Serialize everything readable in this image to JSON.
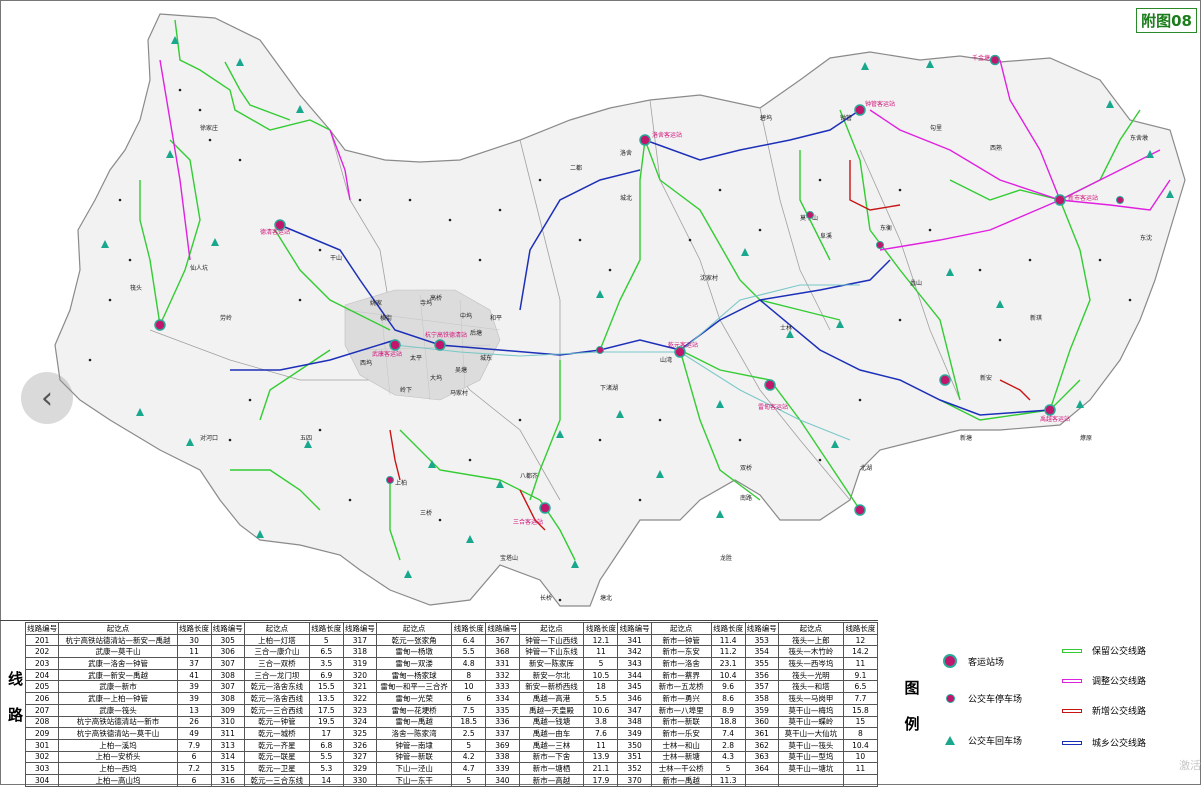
{
  "figure_tag": "附图08",
  "map": {
    "city_places": [
      "寺坞",
      "中坞",
      "横街",
      "后塘",
      "西坞",
      "大坞",
      "城东",
      "岭下",
      "马家村",
      "姚家",
      "和平",
      "太平",
      "吴塘"
    ],
    "labels": [
      {
        "text": "千金塘",
        "kind": "station"
      },
      {
        "text": "钟管客运站",
        "kind": "station"
      },
      {
        "text": "洛舍客运站",
        "kind": "station"
      },
      {
        "text": "德清客运站",
        "kind": "station"
      },
      {
        "text": "杭宁高铁德清站",
        "kind": "station"
      },
      {
        "text": "武康客运站",
        "kind": "station"
      },
      {
        "text": "乾元客运站",
        "kind": "station"
      },
      {
        "text": "新市客运站",
        "kind": "station"
      },
      {
        "text": "禹越客运站",
        "kind": "station"
      },
      {
        "text": "雷甸客运站",
        "kind": "station"
      },
      {
        "text": "三合客运站",
        "kind": "station"
      },
      {
        "text": "莫干山",
        "kind": "place"
      },
      {
        "text": "筏头",
        "kind": "place"
      },
      {
        "text": "上柏",
        "kind": "place"
      },
      {
        "text": "下渚湖",
        "kind": "place"
      },
      {
        "text": "山湾",
        "kind": "place"
      },
      {
        "text": "阜溪",
        "kind": "place"
      },
      {
        "text": "沈家村",
        "kind": "place"
      },
      {
        "text": "东衡",
        "kind": "place"
      },
      {
        "text": "二都",
        "kind": "place"
      },
      {
        "text": "东舍墩",
        "kind": "place"
      },
      {
        "text": "城北",
        "kind": "place"
      },
      {
        "text": "新安",
        "kind": "place"
      },
      {
        "text": "勾里",
        "kind": "place"
      },
      {
        "text": "八都岕",
        "kind": "place"
      },
      {
        "text": "三桥",
        "kind": "place"
      },
      {
        "text": "士林",
        "kind": "place"
      },
      {
        "text": "洛舍",
        "kind": "place"
      },
      {
        "text": "钟管",
        "kind": "place"
      },
      {
        "text": "干山",
        "kind": "place"
      },
      {
        "text": "高桥",
        "kind": "place"
      },
      {
        "text": "徐家庄",
        "kind": "place"
      },
      {
        "text": "五四",
        "kind": "place"
      },
      {
        "text": "对河口",
        "kind": "place"
      },
      {
        "text": "劳岭",
        "kind": "place"
      },
      {
        "text": "仙人坑",
        "kind": "place"
      },
      {
        "text": "燎原",
        "kind": "place"
      },
      {
        "text": "双桥",
        "kind": "place"
      },
      {
        "text": "北湖",
        "kind": "place"
      },
      {
        "text": "新塘",
        "kind": "place"
      },
      {
        "text": "东沈",
        "kind": "place"
      },
      {
        "text": "西熟",
        "kind": "place"
      },
      {
        "text": "碧坞",
        "kind": "place"
      },
      {
        "text": "南路",
        "kind": "place"
      },
      {
        "text": "新琪",
        "kind": "place"
      },
      {
        "text": "蠡山",
        "kind": "place"
      },
      {
        "text": "塘北",
        "kind": "place"
      },
      {
        "text": "长桥",
        "kind": "place"
      },
      {
        "text": "宝塔山",
        "kind": "place"
      },
      {
        "text": "龙胜",
        "kind": "place"
      }
    ]
  },
  "route_panel": {
    "title": "线路",
    "headers": [
      "线路编号",
      "起讫点",
      "线路长度",
      "线路编号",
      "起讫点",
      "线路长度",
      "线路编号",
      "起讫点",
      "线路长度",
      "线路编号",
      "起讫点",
      "线路长度",
      "线路编号",
      "起讫点",
      "线路长度",
      "线路编号",
      "起讫点",
      "线路长度"
    ],
    "rows": [
      [
        "201",
        "杭宁高铁站德清站—新安—禹越",
        "30",
        "305",
        "上柏—灯塔",
        "5",
        "317",
        "乾元—张家角",
        "6.4",
        "367",
        "钟管—下山西线",
        "12.1",
        "341",
        "新市—钟管",
        "11.4",
        "353",
        "筏头—上郎",
        "12"
      ],
      [
        "202",
        "武康—莫干山",
        "11",
        "306",
        "三合—康介山",
        "6.5",
        "318",
        "雷甸—杨墩",
        "5.5",
        "368",
        "钟管—下山东线",
        "11",
        "342",
        "新市—东安",
        "11.2",
        "354",
        "筏头—木竹岭",
        "14.2"
      ],
      [
        "203",
        "武康—洛舍—钟管",
        "37",
        "307",
        "三合—双桥",
        "3.5",
        "319",
        "雷甸—双溇",
        "4.8",
        "331",
        "新安—陈家厍",
        "5",
        "343",
        "新市—洛舍",
        "23.1",
        "355",
        "筏头—西岑坞",
        "11"
      ],
      [
        "204",
        "武康—新安—禹越",
        "41",
        "308",
        "三合—龙门坝",
        "6.9",
        "320",
        "雷甸—杨家球",
        "8",
        "332",
        "新安—尔北",
        "10.5",
        "344",
        "新市—蔡界",
        "10.4",
        "356",
        "筏头—光明",
        "9.1"
      ],
      [
        "205",
        "武康—新市",
        "39",
        "307",
        "乾元—洛舍东线",
        "15.5",
        "321",
        "雷甸—和平—三合岕",
        "10",
        "333",
        "新安—新桥西线",
        "18",
        "345",
        "新市—五龙桥",
        "9.6",
        "357",
        "筏头—和塔",
        "6.5"
      ],
      [
        "206",
        "武康—上柏—钟管",
        "39",
        "308",
        "乾元—洛舍西线",
        "13.5",
        "322",
        "雷甸—光荣",
        "6",
        "334",
        "禹越—高港",
        "5.5",
        "346",
        "新市—勇兴",
        "8.6",
        "358",
        "筏头—马岗甲",
        "7.7"
      ],
      [
        "207",
        "武康—筏头",
        "13",
        "309",
        "乾元—三合西线",
        "17.5",
        "323",
        "雷甸—花埂桥",
        "7.5",
        "335",
        "禹越—天皇殿",
        "10.6",
        "347",
        "新市—八埠里",
        "8.9",
        "359",
        "莫干山—梅坞",
        "15.8"
      ],
      [
        "208",
        "杭宁高铁站德清站—新市",
        "26",
        "310",
        "乾元—钟管",
        "19.5",
        "324",
        "雷甸—禹越",
        "18.5",
        "336",
        "禹越—钱塘",
        "3.8",
        "348",
        "新市—新联",
        "18.8",
        "360",
        "莫干山—蝶岭",
        "15"
      ],
      [
        "209",
        "杭宁高铁德清站—莫干山",
        "49",
        "311",
        "乾元—城桥",
        "17",
        "325",
        "洛舍—陈家湾",
        "2.5",
        "337",
        "禹越—由车",
        "7.6",
        "349",
        "新市—乐安",
        "7.4",
        "361",
        "莫干山—大仙坑",
        "8"
      ],
      [
        "301",
        "上柏—溪坞",
        "7.9",
        "313",
        "乾元—齐星",
        "6.8",
        "326",
        "钟管—南埭",
        "5",
        "369",
        "禹越—三林",
        "11",
        "350",
        "士林—和山",
        "2.8",
        "362",
        "莫干山—筏头",
        "10.4"
      ],
      [
        "302",
        "上柏—安桥头",
        "6",
        "314",
        "乾元—联星",
        "5.5",
        "327",
        "钟管—新联",
        "4.2",
        "338",
        "新市—下舍",
        "13.9",
        "351",
        "士林—新塘",
        "4.3",
        "363",
        "莫干山—型坞",
        "10"
      ],
      [
        "303",
        "上柏—西坞",
        "7.2",
        "315",
        "乾元—卫星",
        "5.3",
        "329",
        "下山—泾山",
        "4.7",
        "339",
        "新市—塘栖",
        "21.1",
        "352",
        "士林—干公桥",
        "5",
        "364",
        "莫干山—塘坑",
        "11"
      ],
      [
        "304",
        "上柏—高山坞",
        "6",
        "316",
        "乾元—三合东线",
        "14",
        "330",
        "下山—东干",
        "5",
        "340",
        "新市—高越",
        "17.9",
        "370",
        "新市—禹越",
        "11.3",
        "",
        "",
        ""
      ]
    ]
  },
  "legend": {
    "title": "图例",
    "symbols": [
      {
        "label": "客运站场",
        "icon": "passenger-station-icon"
      },
      {
        "label": "公交车停车场",
        "icon": "bus-depot-icon"
      },
      {
        "label": "公交车回车场",
        "icon": "bus-turnaround-icon"
      }
    ],
    "lines": [
      {
        "label": "保留公交线路",
        "color": "#33cc33"
      },
      {
        "label": "调整公交线路",
        "color": "#e020e0"
      },
      {
        "label": "新增公交线路",
        "color": "#c81414"
      },
      {
        "label": "城乡公交线路",
        "color": "#1c2fb8"
      }
    ]
  },
  "watermark": "激活"
}
